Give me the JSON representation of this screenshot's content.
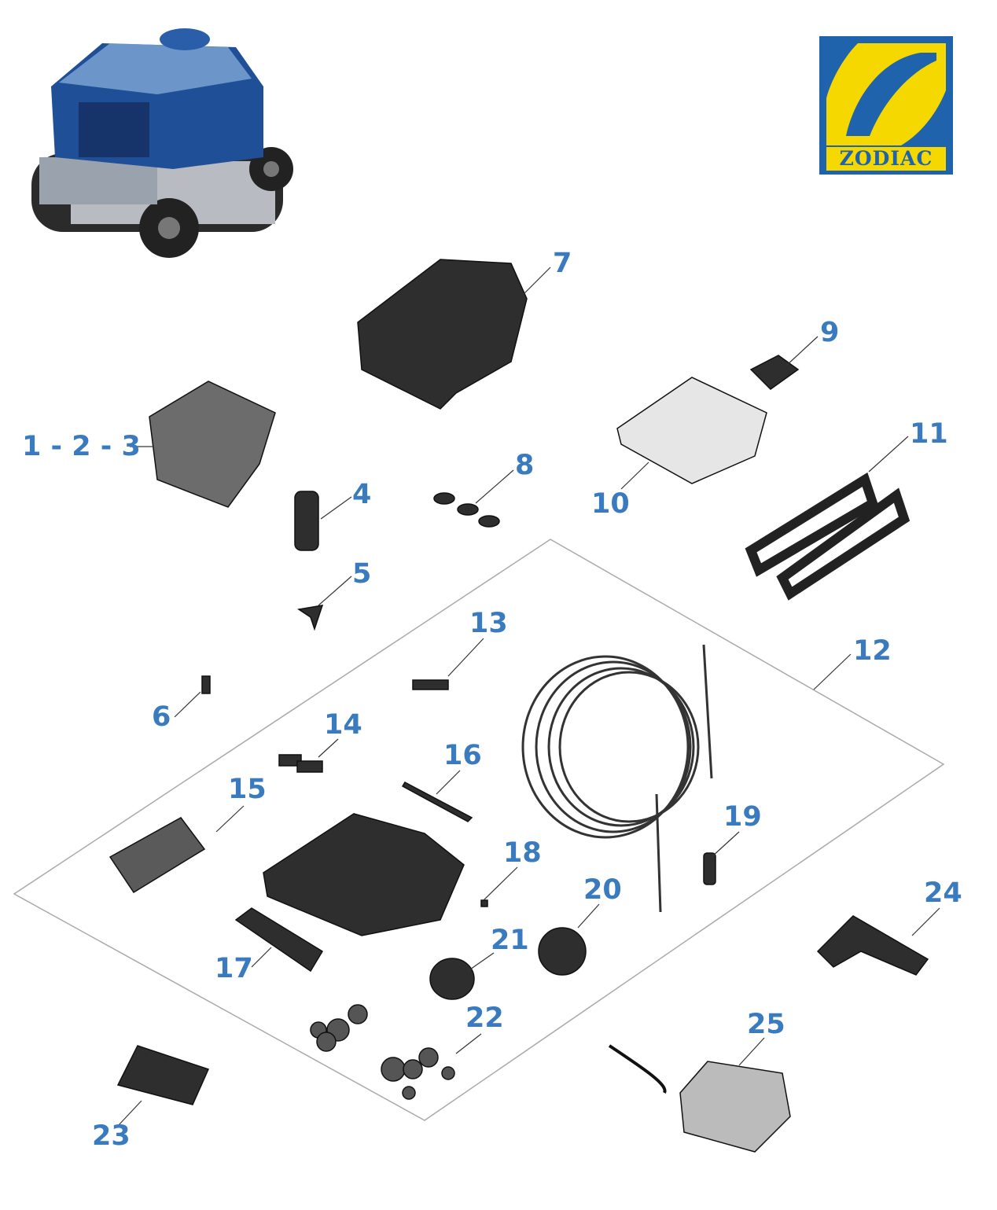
{
  "brand": {
    "name": "ZODIAC",
    "colors": {
      "blue": "#1f63ad",
      "yellow": "#f4d800"
    }
  },
  "label_color": "#3a7bbf",
  "labels": [
    "1 - 2 - 3",
    "4",
    "5",
    "6",
    "7",
    "8",
    "9",
    "10",
    "11",
    "12",
    "13",
    "14",
    "15",
    "16",
    "17",
    "18",
    "19",
    "20",
    "21",
    "22",
    "23",
    "24",
    "25"
  ]
}
